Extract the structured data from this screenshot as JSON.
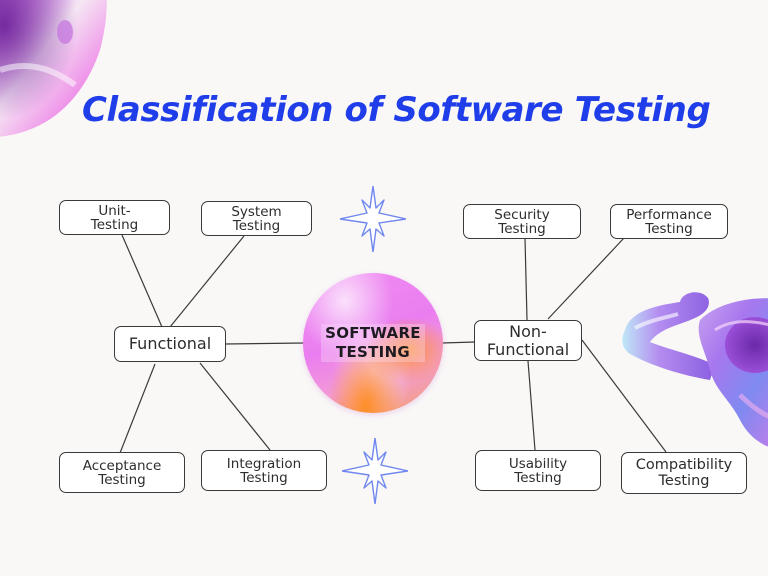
{
  "title": "Classification of Software Testing",
  "colors": {
    "title": "#1f3de8",
    "background": "#f9f8f7",
    "node_border": "#3a3a3a",
    "link": "#3a3a3a",
    "sparkle": "#6f86f0"
  },
  "center": {
    "line1": "SOFTWARE",
    "line2": "TESTING"
  },
  "branches": {
    "functional": {
      "label": "Functional",
      "children": [
        {
          "line1": "Unit-",
          "line2": "Testing"
        },
        {
          "line1": "System",
          "line2": "Testing"
        },
        {
          "line1": "Acceptance",
          "line2": "Testing"
        },
        {
          "line1": "Integration",
          "line2": "Testing"
        }
      ]
    },
    "non_functional": {
      "line1": "Non-",
      "line2": "Functional",
      "children": [
        {
          "line1": "Security",
          "line2": "Testing"
        },
        {
          "line1": "Performance",
          "line2": "Testing"
        },
        {
          "line1": "Usability",
          "line2": "Testing"
        },
        {
          "line1": "Compatibility",
          "line2": "Testing"
        }
      ]
    }
  },
  "decorations": {
    "sparkles": [
      "sparkle-icon",
      "sparkle-icon"
    ],
    "blobs": [
      "iridescent-blob-top-left",
      "iridescent-blob-right"
    ]
  }
}
